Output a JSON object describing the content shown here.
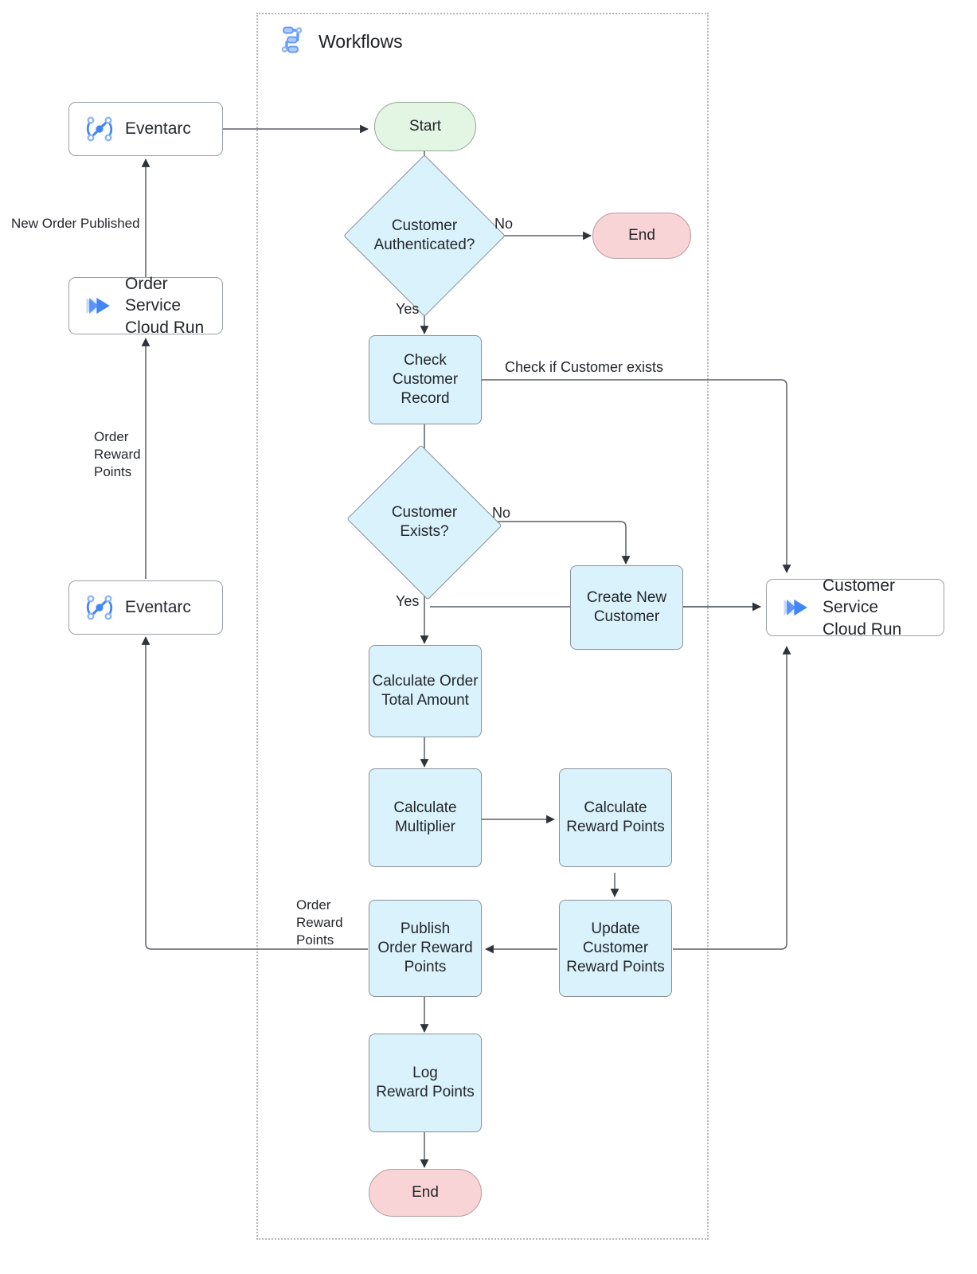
{
  "diagram": {
    "title": "Workflows Order Reward Points Flow",
    "container": {
      "label": "Workflows",
      "icon": "google-workflows-icon"
    }
  },
  "external_nodes": [
    {
      "id": "eventarc-top",
      "label": "Eventarc",
      "icon": "eventarc-icon"
    },
    {
      "id": "order-service",
      "label": "Order Service\nCloud Run",
      "line1": "Order Service",
      "line2": "Cloud Run",
      "icon": "cloud-run-icon"
    },
    {
      "id": "eventarc-bottom",
      "label": "Eventarc",
      "icon": "eventarc-icon"
    },
    {
      "id": "customer-service",
      "label": "Customer Service\nCloud Run",
      "line1": "Customer Service",
      "line2": "Cloud Run",
      "icon": "cloud-run-icon"
    }
  ],
  "flow_nodes": [
    {
      "id": "start",
      "label": "Start",
      "shape": "terminator",
      "color": "#e3f5e3"
    },
    {
      "id": "customer-authenticated",
      "label": "Customer\nAuthenticated?",
      "line1": "Customer",
      "line2": "Authenticated?",
      "shape": "decision",
      "color": "#d9f2fb"
    },
    {
      "id": "end-top",
      "label": "End",
      "shape": "terminator",
      "color": "#f9d4d7"
    },
    {
      "id": "check-customer-record",
      "label": "Check\nCustomer\nRecord",
      "line1": "Check",
      "line2": "Customer",
      "line3": "Record",
      "shape": "process",
      "color": "#d9f2fb"
    },
    {
      "id": "customer-exists",
      "label": "Customer\nExists?",
      "line1": "Customer",
      "line2": "Exists?",
      "shape": "decision",
      "color": "#d9f2fb"
    },
    {
      "id": "create-new-customer",
      "label": "Create New\nCustomer",
      "line1": "Create New",
      "line2": "Customer",
      "shape": "process",
      "color": "#d9f2fb"
    },
    {
      "id": "calculate-order-total-amount",
      "label": "Calculate Order\nTotal Amount",
      "line1": "Calculate Order",
      "line2": "Total Amount",
      "shape": "process",
      "color": "#d9f2fb"
    },
    {
      "id": "calculate-multiplier",
      "label": "Calculate\nMultiplier",
      "line1": "Calculate",
      "line2": "Multiplier",
      "shape": "process",
      "color": "#d9f2fb"
    },
    {
      "id": "calculate-reward-points",
      "label": "Calculate\nReward Points",
      "line1": "Calculate",
      "line2": "Reward Points",
      "shape": "process",
      "color": "#d9f2fb"
    },
    {
      "id": "update-customer-reward-points",
      "label": "Update\nCustomer\nReward Points",
      "line1": "Update",
      "line2": "Customer",
      "line3": "Reward Points",
      "shape": "process",
      "color": "#d9f2fb"
    },
    {
      "id": "publish-order-reward-points",
      "label": "Publish\nOrder Reward\nPoints",
      "line1": "Publish",
      "line2": "Order Reward",
      "line3": "Points",
      "shape": "process",
      "color": "#d9f2fb"
    },
    {
      "id": "log-reward-points",
      "label": "Log\nReward Points",
      "line1": "Log",
      "line2": "Reward Points",
      "shape": "process",
      "color": "#d9f2fb"
    },
    {
      "id": "end-bottom",
      "label": "End",
      "shape": "terminator",
      "color": "#f9d4d7"
    }
  ],
  "edge_labels": {
    "new_order_published": "New Order Published",
    "order_reward_points_left": "Order\nReward\nPoints",
    "auth_no": "No",
    "auth_yes": "Yes",
    "check_if_customer_exists": "Check if Customer exists",
    "exists_no": "No",
    "exists_yes": "Yes",
    "order_reward_points_publish": "Order\nReward\nPoints"
  },
  "colors": {
    "process_fill": "#d9f2fb",
    "start_fill": "#e3f5e3",
    "end_fill": "#f9d4d7",
    "node_stroke": "#8a9099",
    "edge_stroke": "#4b5059",
    "container_stroke": "#b8b8b8",
    "gcp_blue": "#4285f4",
    "gcp_blue_light": "#a6c8fb",
    "text": "#24272c"
  }
}
